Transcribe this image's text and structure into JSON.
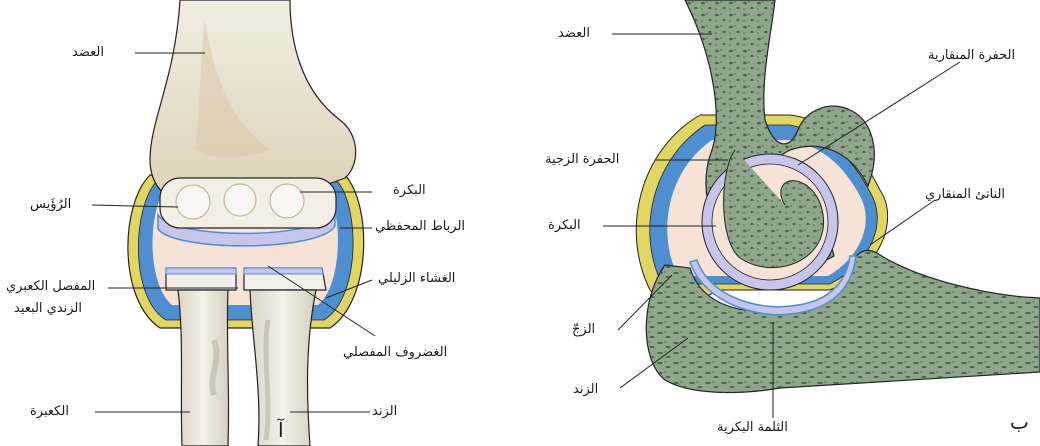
{
  "colors": {
    "bone_left": "#efeae0",
    "bone_shadow": "#d8c8ab",
    "cartilage": "#f6e3d7",
    "synovial_blue": "#4f8fcf",
    "capsule_yellow": "#e1d566",
    "bone_right": "#8fa58c",
    "spongy_dots": "#3e5e3e",
    "cartilage_lilac": "#c7c6ea",
    "outline": "#222222"
  },
  "panel_a": {
    "letter": "آ",
    "labels": {
      "humerus": "العضد",
      "trochlea": "البكرة",
      "capitulum": "الرُؤَيس",
      "capsular_ligament": "الرباط المحفظي",
      "synovial_membrane": "الغشاء الزليلي",
      "radioulnar_line1": "المفصل الكعبري",
      "radioulnar_line2": "الزندي البعيد",
      "articular_cartilage": "الغضروف المفصلي",
      "radius": "الكعبرة",
      "ulna": "الزند"
    }
  },
  "panel_b": {
    "letter": "ب",
    "labels": {
      "humerus": "العضد",
      "coronoid_fossa": "الحفرة المنقارية",
      "olecranon_fossa": "الحفرة الزجية",
      "coronoid_process": "الناتئ المنقاري",
      "trochlea": "البكرة",
      "olecranon": "الزجّ",
      "ulna": "الزند",
      "trochlear_notch": "الثلمة البكرية"
    }
  }
}
